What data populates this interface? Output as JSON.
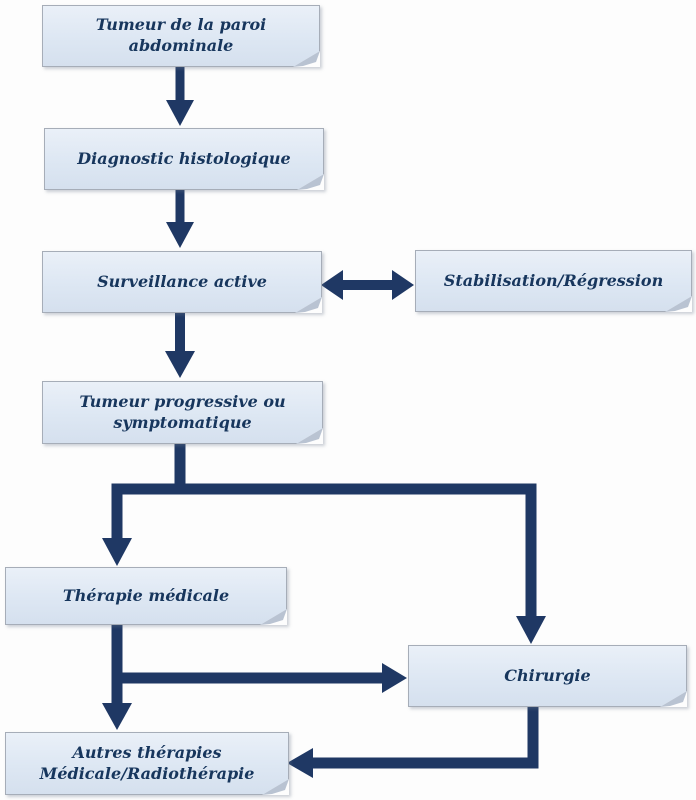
{
  "diagram": {
    "language": "fr",
    "nodes": [
      {
        "id": "tumeur-paroi-abdominale",
        "label": "Tumeur de la paroi\nabdominale"
      },
      {
        "id": "diagnostic-histologique",
        "label": "Diagnostic histologique"
      },
      {
        "id": "surveillance-active",
        "label": "Surveillance active"
      },
      {
        "id": "stabilisation-regression",
        "label": "Stabilisation/Régression"
      },
      {
        "id": "tumeur-progressive-symptomatique",
        "label": "Tumeur progressive ou\nsymptomatique"
      },
      {
        "id": "therapie-medicale",
        "label": "Thérapie médicale"
      },
      {
        "id": "chirurgie",
        "label": "Chirurgie"
      },
      {
        "id": "autres-therapies",
        "label": "Autres thérapies\nMédicale/Radiothérapie"
      }
    ],
    "edges": [
      {
        "from": "tumeur-paroi-abdominale",
        "to": "diagnostic-histologique",
        "type": "arrow-down"
      },
      {
        "from": "diagnostic-histologique",
        "to": "surveillance-active",
        "type": "arrow-down"
      },
      {
        "from": "surveillance-active",
        "to": "stabilisation-regression",
        "type": "double-arrow-horizontal"
      },
      {
        "from": "surveillance-active",
        "to": "tumeur-progressive-symptomatique",
        "type": "arrow-down"
      },
      {
        "from": "tumeur-progressive-symptomatique",
        "to": "therapie-medicale",
        "type": "elbow-arrow"
      },
      {
        "from": "tumeur-progressive-symptomatique",
        "to": "chirurgie",
        "type": "elbow-arrow"
      },
      {
        "from": "therapie-medicale",
        "to": "autres-therapies",
        "type": "arrow-down"
      },
      {
        "from": "therapie-medicale",
        "to": "chirurgie",
        "type": "elbow-arrow"
      },
      {
        "from": "chirurgie",
        "to": "autres-therapies",
        "type": "elbow-arrow"
      }
    ],
    "colors": {
      "background": "#fdfdfd",
      "node_fill": "#dde7f3",
      "node_border": "#a6adb8",
      "arrow": "#1f3864",
      "text": "#17365d"
    }
  }
}
